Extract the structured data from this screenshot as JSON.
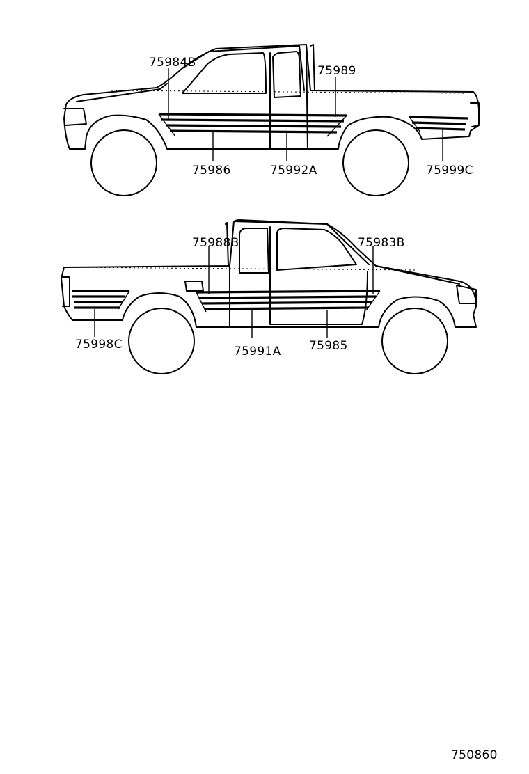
{
  "top_truck": {
    "labels": {
      "p75984B": "75984B",
      "p75989": "75989",
      "p75986": "75986",
      "p75992A": "75992A",
      "p75999C": "75999C"
    }
  },
  "bottom_truck": {
    "labels": {
      "p75988B": "75988B",
      "p75983B": "75983B",
      "p75998C": "75998C",
      "p75991A": "75991A",
      "p75985": "75985"
    }
  },
  "figure_number": "750860"
}
